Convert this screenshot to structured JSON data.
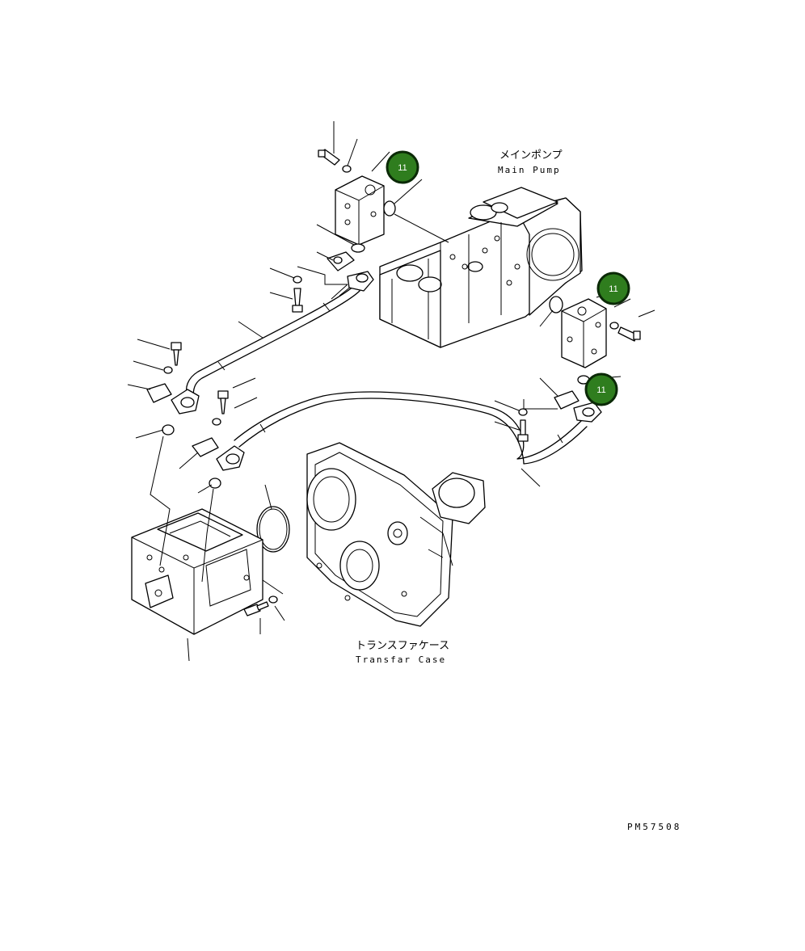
{
  "labels": {
    "main_pump_jp": "メインポンプ",
    "main_pump_en": "Main Pump",
    "transfer_case_jp": "トランスファケース",
    "transfer_case_en": "Transfar Case",
    "drawing_code": "PM57508"
  },
  "callouts": [
    {
      "id": "callout-1",
      "number": "11"
    },
    {
      "id": "callout-2",
      "number": "11"
    },
    {
      "id": "callout-3",
      "number": "11"
    }
  ],
  "colors": {
    "callout_fill": "#2f7d1e",
    "callout_ring": "#0b2a07",
    "callout_text": "#ffffff",
    "line": "#000000"
  }
}
